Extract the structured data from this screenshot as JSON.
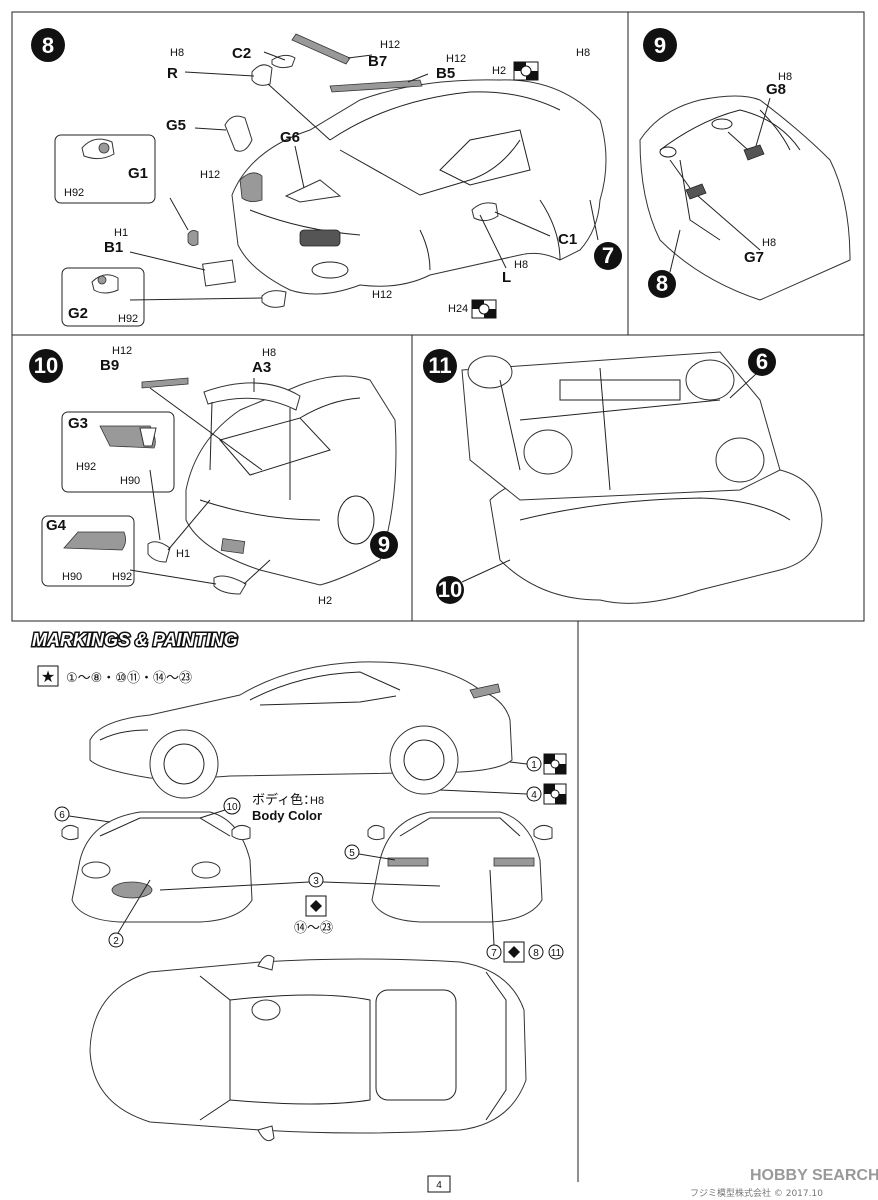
{
  "steps": {
    "s8": {
      "number": "8",
      "parts": {
        "c2": "C2",
        "r": "R",
        "b7": "B7",
        "b5": "B5",
        "g5": "G5",
        "g6": "G6",
        "g1": "G1",
        "b1": "B1",
        "g2": "G2",
        "c1": "C1",
        "l": "L"
      },
      "codes": {
        "h8a": "H8",
        "h12a": "H12",
        "h12b": "H12",
        "h2": "H2",
        "h8b": "H8",
        "h12c": "H12",
        "h92a": "H92",
        "h1": "H1",
        "h8c": "H8",
        "h12d": "H12",
        "h24": "H24",
        "h92b": "H92"
      },
      "ref": "7"
    },
    "s9": {
      "number": "9",
      "parts": {
        "g8": "G8",
        "g7": "G7"
      },
      "codes": {
        "h8a": "H8",
        "h8b": "H8"
      },
      "ref": "8"
    },
    "s10": {
      "number": "10",
      "parts": {
        "b9": "B9",
        "a3": "A3",
        "g3": "G3",
        "g4": "G4"
      },
      "codes": {
        "h12": "H12",
        "h8": "H8",
        "h92a": "H92",
        "h90a": "H90",
        "h1": "H1",
        "h90b": "H90",
        "h92b": "H92",
        "h2": "H2"
      },
      "ref": "9"
    },
    "s11": {
      "number": "11",
      "refs": {
        "top": "6",
        "bottom": "10"
      }
    }
  },
  "markings": {
    "title": "MARKINGS & PAINTING",
    "decal_list": "①～⑧・⑩⑪・⑭～㉓",
    "body_color_jp": "ボディ色：",
    "body_color_code": "H8",
    "body_color_en": "Body Color",
    "callouts": {
      "c1": "1",
      "c4": "4",
      "c6": "6",
      "c10": "10",
      "c5": "5",
      "c3": "3",
      "c2": "2",
      "c7": "7",
      "c8": "8",
      "c11": "11",
      "range": "⑭～㉓"
    }
  },
  "footer": {
    "page": "4",
    "watermark": "HOBBY SEARCH",
    "copyright": "フジミ模型株式会社 © 2017.10"
  }
}
